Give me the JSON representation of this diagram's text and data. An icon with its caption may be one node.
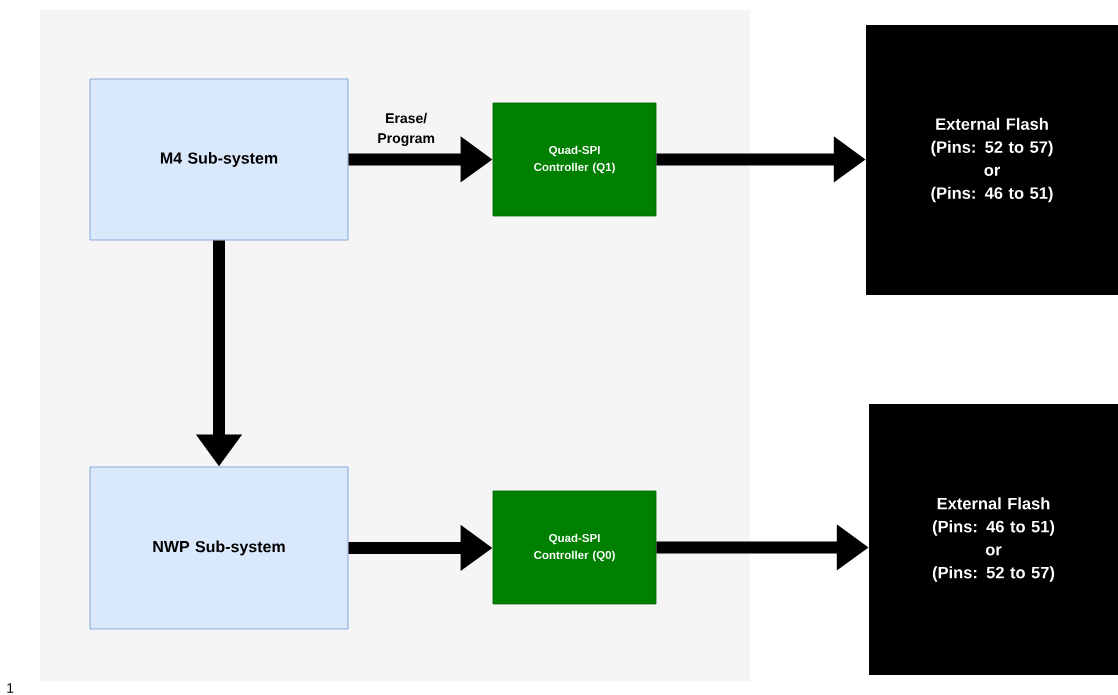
{
  "diagram": {
    "nodes": [
      {
        "text": [
          "M4 Sub-system"
        ]
      },
      {
        "text": [
          "Quad-SPI Controller (Q1)"
        ]
      },
      {
        "text": [
          "External Flash",
          "(Pins: 52 to 57)",
          "or",
          "(Pins: 46 to 51)"
        ]
      },
      {
        "text": [
          "NWP Sub-system"
        ]
      },
      {
        "text": [
          "Quad-SPI Controller (Q0)"
        ]
      },
      {
        "text": [
          "External Flash",
          "(Pins: 46 to 51)",
          "or",
          "(Pins: 52 to 57)"
        ]
      }
    ],
    "edges": [
      {
        "from": 0,
        "to": 1,
        "arrow": "to",
        "label": "Erase/ Program"
      },
      {
        "from": 1,
        "to": 2,
        "arrow": "to"
      },
      {
        "from": 0,
        "to": 3,
        "arrow": "to"
      },
      {
        "from": 3,
        "to": 4,
        "arrow": "to"
      },
      {
        "from": 4,
        "to": 5,
        "arrow": "to"
      }
    ],
    "labels": [
      "1"
    ]
  }
}
